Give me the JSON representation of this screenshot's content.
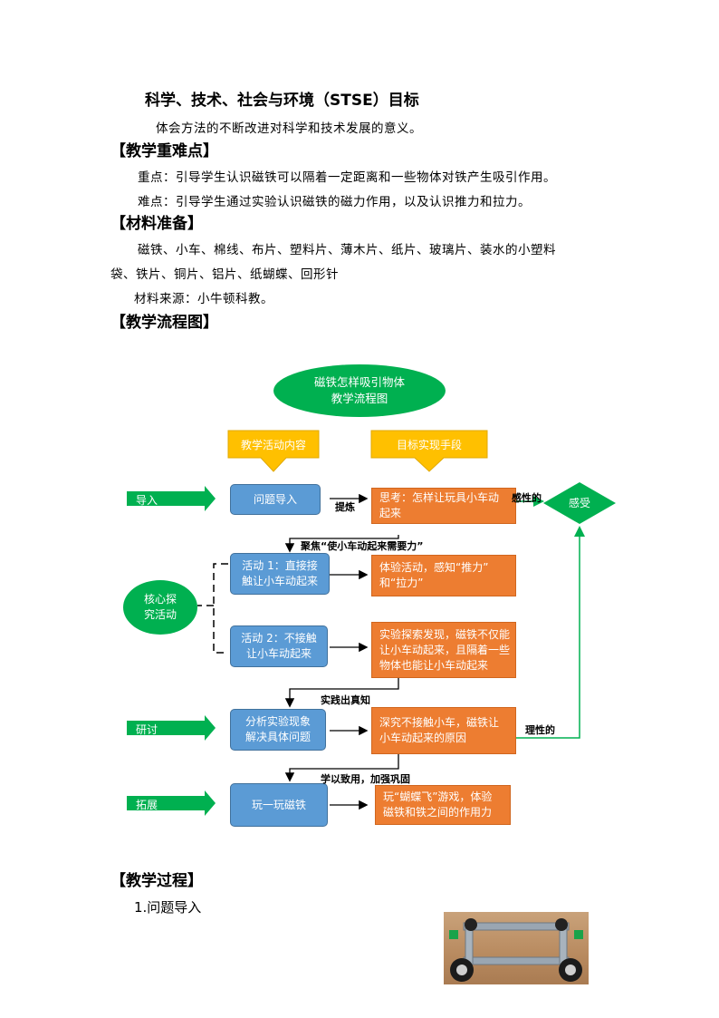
{
  "header": {
    "title": "科学、技术、社会与环境（STSE）目标",
    "intro": "体会方法的不断改进对科学和技术发展的意义。"
  },
  "difficulty": {
    "heading": "【教学重难点】",
    "key_point": "重点：引导学生认识磁铁可以隔着一定距离和一些物体对铁产生吸引作用。",
    "hard_point": "难点：引导学生通过实验认识磁铁的磁力作用，以及认识推力和拉力。"
  },
  "materials": {
    "heading": "【材料准备】",
    "line1": "磁铁、小车、棉线、布片、塑料片、薄木片、纸片、玻璃片、装水的小塑料",
    "line2": "袋、铁片、铜片、铝片、纸蝴蝶、回形针",
    "source": "材料来源：小牛顿科教。"
  },
  "flowchart": {
    "heading": "【教学流程图】",
    "title_line1": "磁铁怎样吸引物体",
    "title_line2": "教学流程图",
    "col_left": "教学活动内容",
    "col_right": "目标实现手段",
    "stage_intro": "导入",
    "stage_core_l1": "核心探",
    "stage_core_l2": "究活动",
    "stage_discuss": "研讨",
    "stage_extend": "拓展",
    "act_intro": "问题导入",
    "act1_l1": "活动 1：直接接",
    "act1_l2": "触让小车动起来",
    "act2_l1": "活动 2：不接触",
    "act2_l2": "让小车动起来",
    "act_analyze_l1": "分析实验现象",
    "act_analyze_l2": "解决具体问题",
    "act_play": "玩一玩磁铁",
    "goal_think_l1": "思考：怎样让玩具小车动",
    "goal_think_l2": "起来",
    "goal_exp_l1": "体验活动，感知“推力”",
    "goal_exp_l2": "和“拉力”",
    "goal_find_l1": "实验探索发现，磁铁不仅能",
    "goal_find_l2": "让小车动起来，且隔着一些",
    "goal_find_l3": "物体也能让小车动起来",
    "goal_research_l1": "深究不接触小车，磁铁让",
    "goal_research_l2": "小车动起来的原因",
    "goal_game_l1": "玩“蝴蝶飞”游戏，体验",
    "goal_game_l2": "磁铁和铁之间的作用力",
    "feel": "感受",
    "label_refine": "提炼",
    "label_perceptual": "感性的",
    "label_focus": "聚焦“使小车动起来需要力”",
    "label_practice": "实践出真知",
    "label_rational": "理性的",
    "label_apply": "学以致用，加强巩固"
  },
  "process": {
    "heading": "【教学过程】",
    "step1": "1.问题导入"
  }
}
